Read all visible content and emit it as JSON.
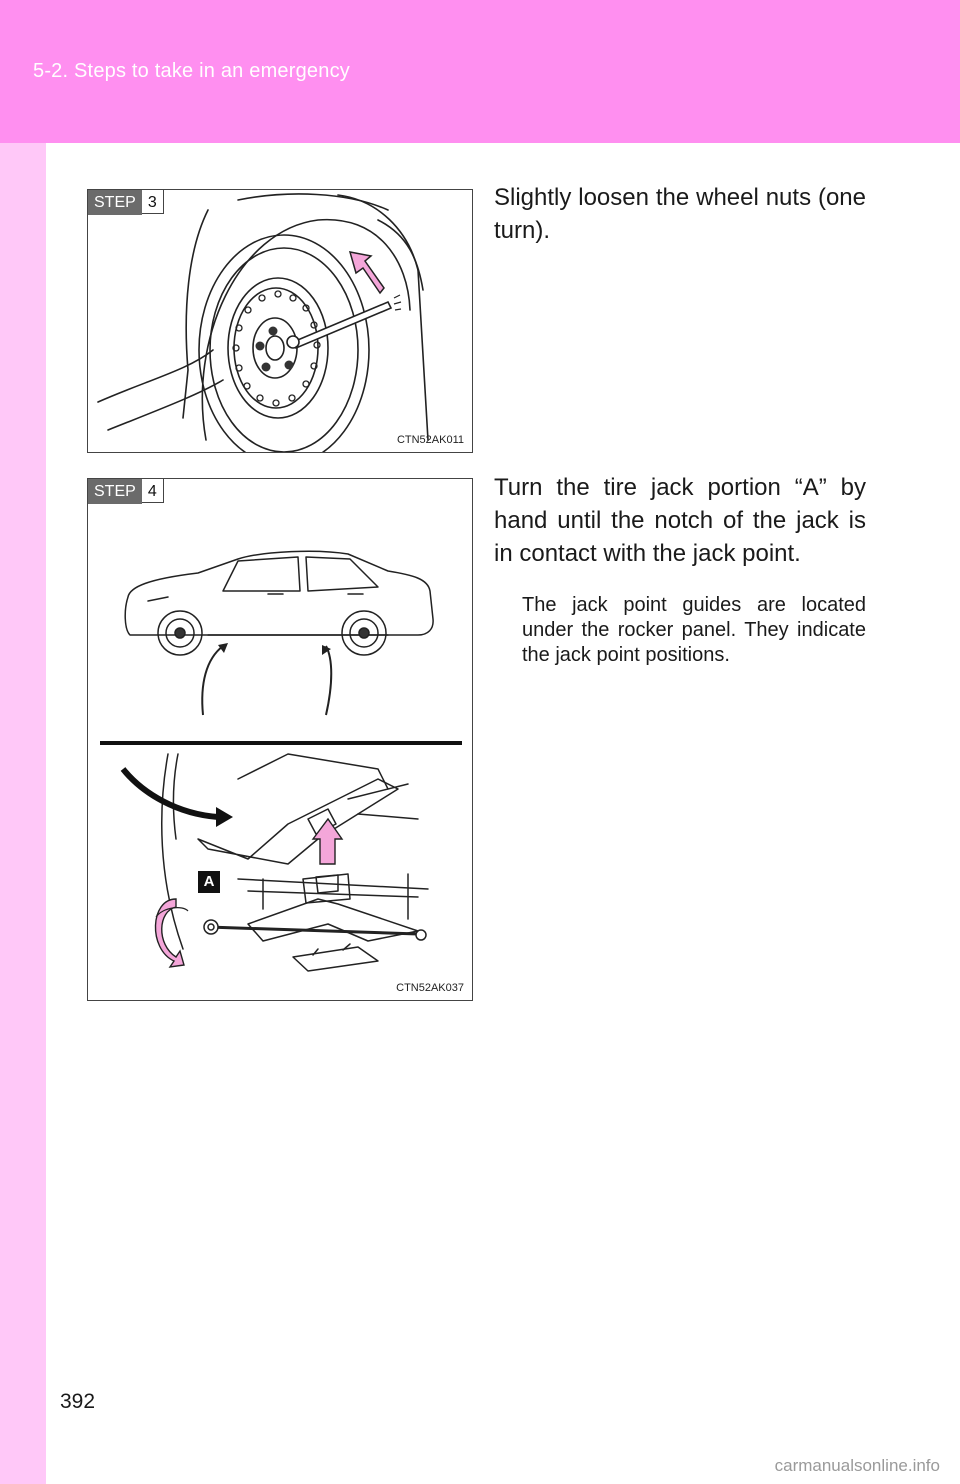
{
  "header": {
    "section": "5-2. Steps to take in an emergency"
  },
  "steps": [
    {
      "step_word": "STEP",
      "step_number": "3",
      "figure_code": "CTN52AK011",
      "text": "Slightly loosen the wheel nuts (one turn)."
    },
    {
      "step_word": "STEP",
      "step_number": "4",
      "figure_code": "CTN52AK037",
      "text": "Turn the tire jack portion “A” by hand until the notch of the jack is in contact with the jack point.",
      "note": "The jack point guides are located under the rocker panel. They indicate the jack point positions.",
      "callout_label": "A"
    }
  ],
  "page_number": "392",
  "watermark": "carmanualsonline.info",
  "colors": {
    "header": "#ff8ff0",
    "side_band": "#ffc8f8",
    "arrow": "#f4a6d9"
  }
}
